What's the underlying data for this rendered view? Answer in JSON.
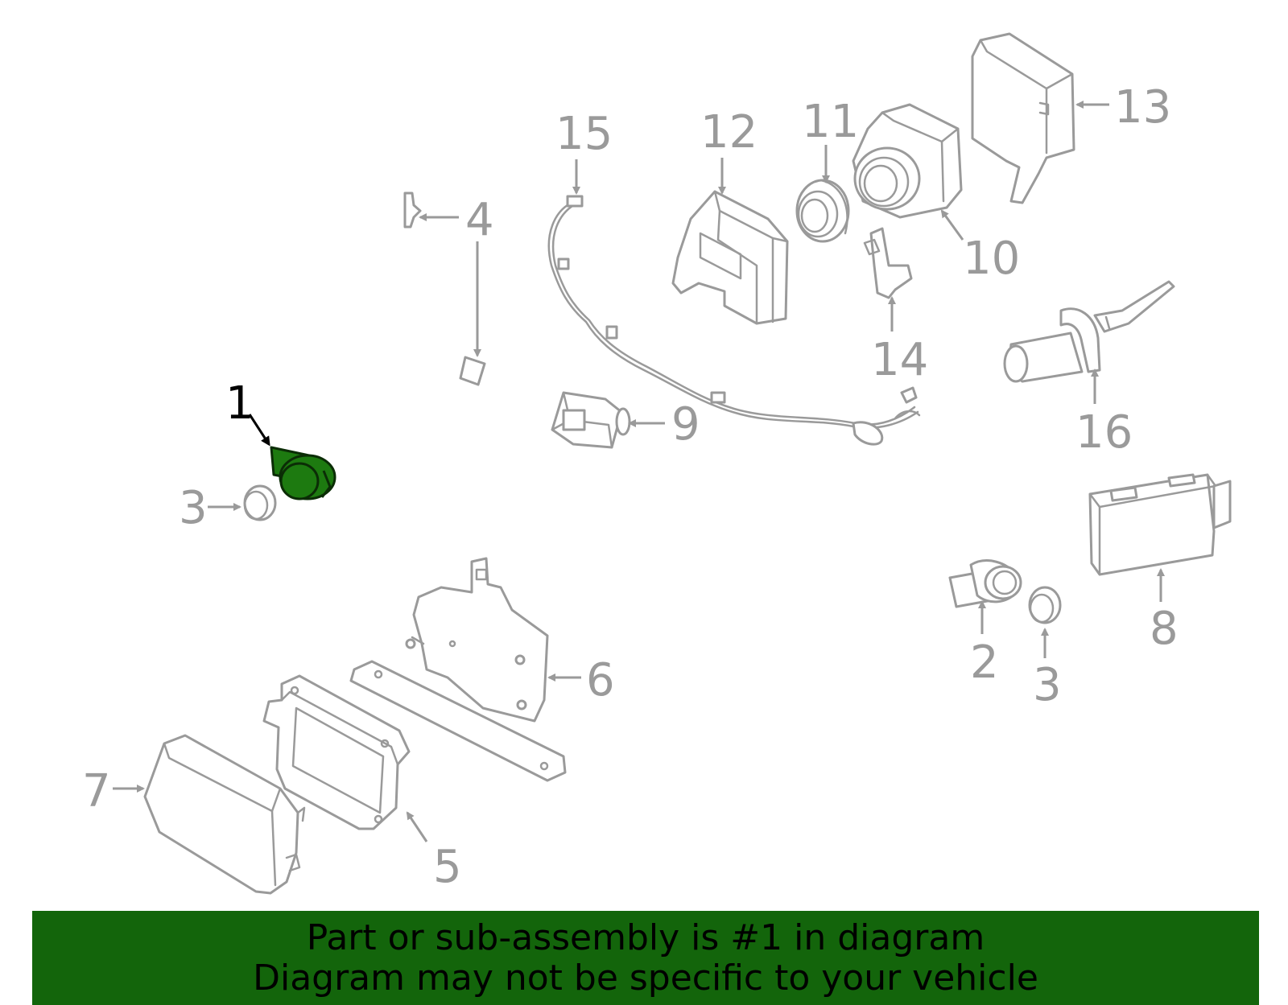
{
  "callouts": {
    "c1": "1",
    "c2": "2",
    "c3a": "3",
    "c3b": "3",
    "c4": "4",
    "c5": "5",
    "c6": "6",
    "c7": "7",
    "c8": "8",
    "c9": "9",
    "c10": "10",
    "c11": "11",
    "c12": "12",
    "c13": "13",
    "c14": "14",
    "c15": "15",
    "c16": "16"
  },
  "highlighted_part": "1",
  "colors": {
    "highlight": "#1d7a10",
    "banner": "#13650b",
    "parts": "#9a9a9a"
  },
  "banner": {
    "line1": "Part or sub-assembly is #1 in diagram",
    "line2": "Diagram may not be specific to your vehicle"
  }
}
